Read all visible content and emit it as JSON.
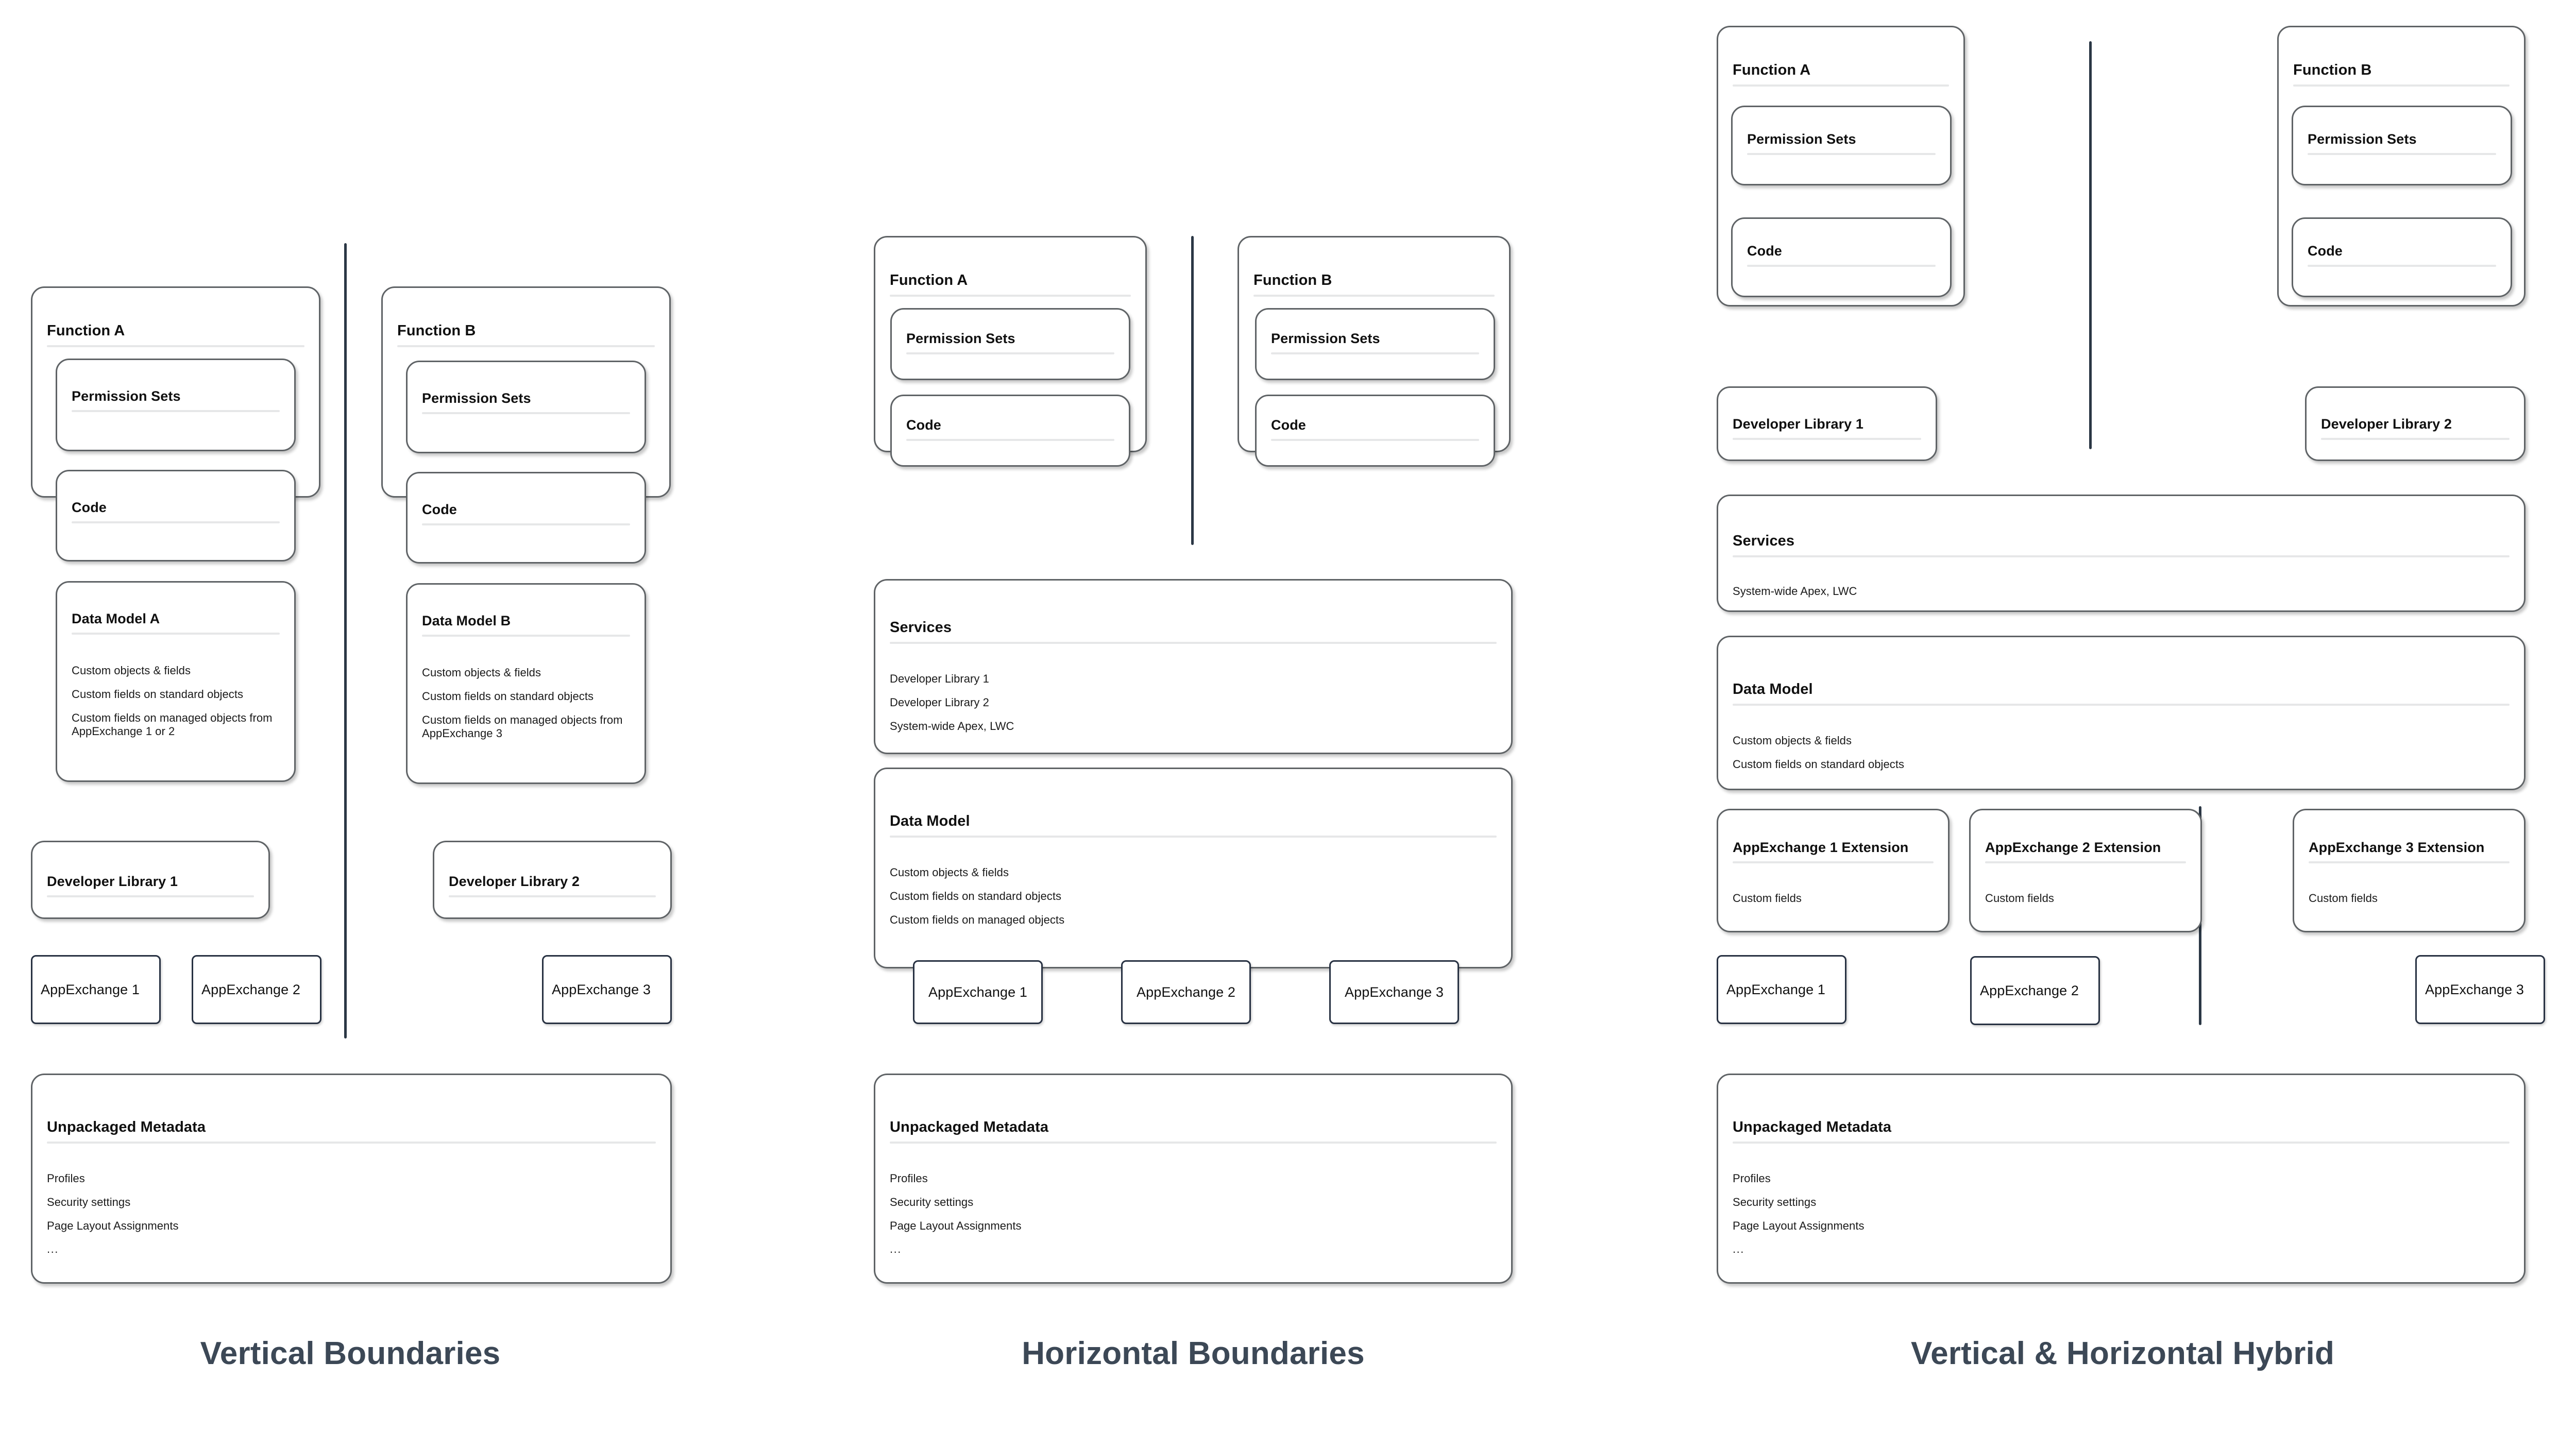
{
  "meta": {
    "accent_divider_color": "#2b3745",
    "card_border_color": "#5f6366",
    "chip_border_color": "#273142",
    "panel_title_color": "#3c4856"
  },
  "panels": [
    {
      "id": "vertical",
      "caption": "Vertical Boundaries",
      "functions": [
        {
          "title": "Function A",
          "children": [
            {
              "title": "Permission Sets",
              "lines": []
            },
            {
              "title": "Code",
              "lines": []
            },
            {
              "title": "Data Model A",
              "lines": [
                "Custom objects & fields",
                "Custom fields on standard objects",
                "Custom fields on managed objects from AppExchange 1 or 2"
              ]
            }
          ]
        },
        {
          "title": "Function B",
          "children": [
            {
              "title": "Permission Sets",
              "lines": []
            },
            {
              "title": "Code",
              "lines": []
            },
            {
              "title": "Data Model B",
              "lines": [
                "Custom objects & fields",
                "Custom fields on standard objects",
                "Custom fields on managed objects from AppExchange 3"
              ]
            }
          ]
        }
      ],
      "libraries": [
        {
          "title": "Developer Library 1"
        },
        {
          "title": "Developer Library 2"
        }
      ],
      "appexchanges": [
        {
          "label": "AppExchange 1"
        },
        {
          "label": "AppExchange 2"
        },
        {
          "label": "AppExchange 3"
        }
      ],
      "unpackaged": {
        "title": "Unpackaged Metadata",
        "lines": [
          "Profiles",
          "Security settings",
          "Page Layout Assignments",
          "..."
        ]
      }
    },
    {
      "id": "horizontal",
      "caption": "Horizontal Boundaries",
      "functions": [
        {
          "title": "Function A",
          "children": [
            {
              "title": "Permission Sets",
              "lines": []
            },
            {
              "title": "Code",
              "lines": []
            }
          ]
        },
        {
          "title": "Function B",
          "children": [
            {
              "title": "Permission Sets",
              "lines": []
            },
            {
              "title": "Code",
              "lines": []
            }
          ]
        }
      ],
      "services": {
        "title": "Services",
        "lines": [
          "Developer Library 1",
          "Developer Library 2",
          "System-wide Apex, LWC"
        ]
      },
      "data_model": {
        "title": "Data Model",
        "lines": [
          "Custom objects & fields",
          "Custom fields on standard objects",
          "Custom fields on managed objects"
        ]
      },
      "appexchanges": [
        {
          "label": "AppExchange 1"
        },
        {
          "label": "AppExchange 2"
        },
        {
          "label": "AppExchange 3"
        }
      ],
      "unpackaged": {
        "title": "Unpackaged Metadata",
        "lines": [
          "Profiles",
          "Security settings",
          "Page Layout Assignments",
          "..."
        ]
      }
    },
    {
      "id": "hybrid",
      "caption": "Vertical & Horizontal Hybrid",
      "functions": [
        {
          "title": "Function A",
          "children": [
            {
              "title": "Permission Sets",
              "lines": []
            },
            {
              "title": "Code",
              "lines": []
            }
          ]
        },
        {
          "title": "Function B",
          "children": [
            {
              "title": "Permission Sets",
              "lines": []
            },
            {
              "title": "Code",
              "lines": []
            }
          ]
        }
      ],
      "libraries": [
        {
          "title": "Developer Library 1"
        },
        {
          "title": "Developer Library 2"
        }
      ],
      "services": {
        "title": "Services",
        "lines": [
          "System-wide Apex, LWC"
        ]
      },
      "data_model": {
        "title": "Data Model",
        "lines": [
          "Custom objects & fields",
          "Custom fields on standard objects"
        ]
      },
      "extensions": [
        {
          "title": "AppExchange 1 Extension",
          "lines": [
            "Custom fields"
          ]
        },
        {
          "title": "AppExchange 2 Extension",
          "lines": [
            "Custom fields"
          ]
        },
        {
          "title": "AppExchange 3 Extension",
          "lines": [
            "Custom fields"
          ]
        }
      ],
      "appexchanges": [
        {
          "label": "AppExchange 1"
        },
        {
          "label": "AppExchange 2"
        },
        {
          "label": "AppExchange 3"
        }
      ],
      "unpackaged": {
        "title": "Unpackaged Metadata",
        "lines": [
          "Profiles",
          "Security settings",
          "Page Layout Assignments",
          "..."
        ]
      }
    }
  ]
}
